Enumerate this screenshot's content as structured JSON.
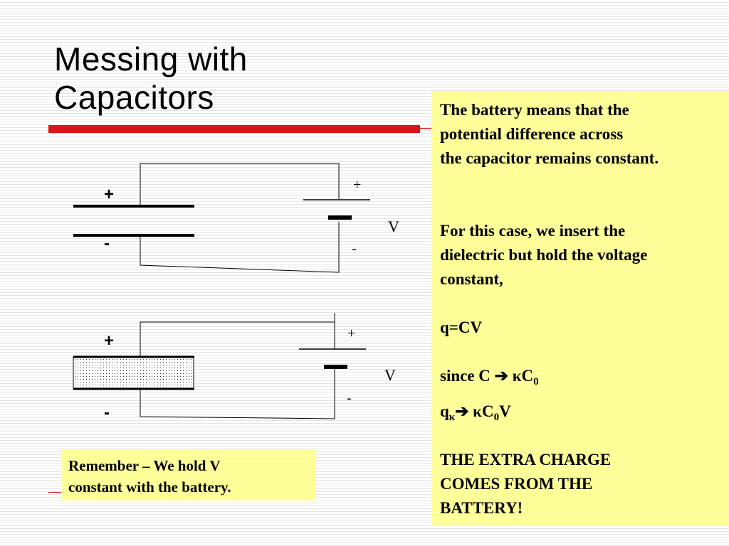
{
  "slide": {
    "title_line1": "Messing with",
    "title_line2": "Capacitors",
    "accent_color": "#d9141a",
    "box_color": "#ffff99"
  },
  "diagram": {
    "top_circuit": {
      "capacitor_plus": "+",
      "capacitor_minus": "-",
      "battery_plus": "+",
      "battery_minus": "-",
      "voltage_label": "V"
    },
    "bottom_circuit": {
      "capacitor_plus": "+",
      "capacitor_minus": "-",
      "battery_plus": "+",
      "battery_minus": "-",
      "voltage_label": "V",
      "dielectric": "dotted-fill"
    }
  },
  "info_box": {
    "line1": "The battery means that the",
    "line2": "potential difference across",
    "line3": "the capacitor remains constant.",
    "para2_line1": "For this case, we insert the",
    "para2_line2": "dielectric but hold the voltage",
    "para2_line3": "constant,",
    "formula1": "q=CV",
    "formula2_prefix": "since C",
    "arrow": "➔",
    "kappa": "κ",
    "c_symbol": "C",
    "sub_zero": "0",
    "q_symbol": "q",
    "v_symbol": "V",
    "conclusion_line1": "THE EXTRA CHARGE",
    "conclusion_line2": "COMES FROM THE",
    "conclusion_line3": "BATTERY!"
  },
  "remember_box": {
    "line1": "Remember – We hold V",
    "line2": "constant with the battery."
  }
}
